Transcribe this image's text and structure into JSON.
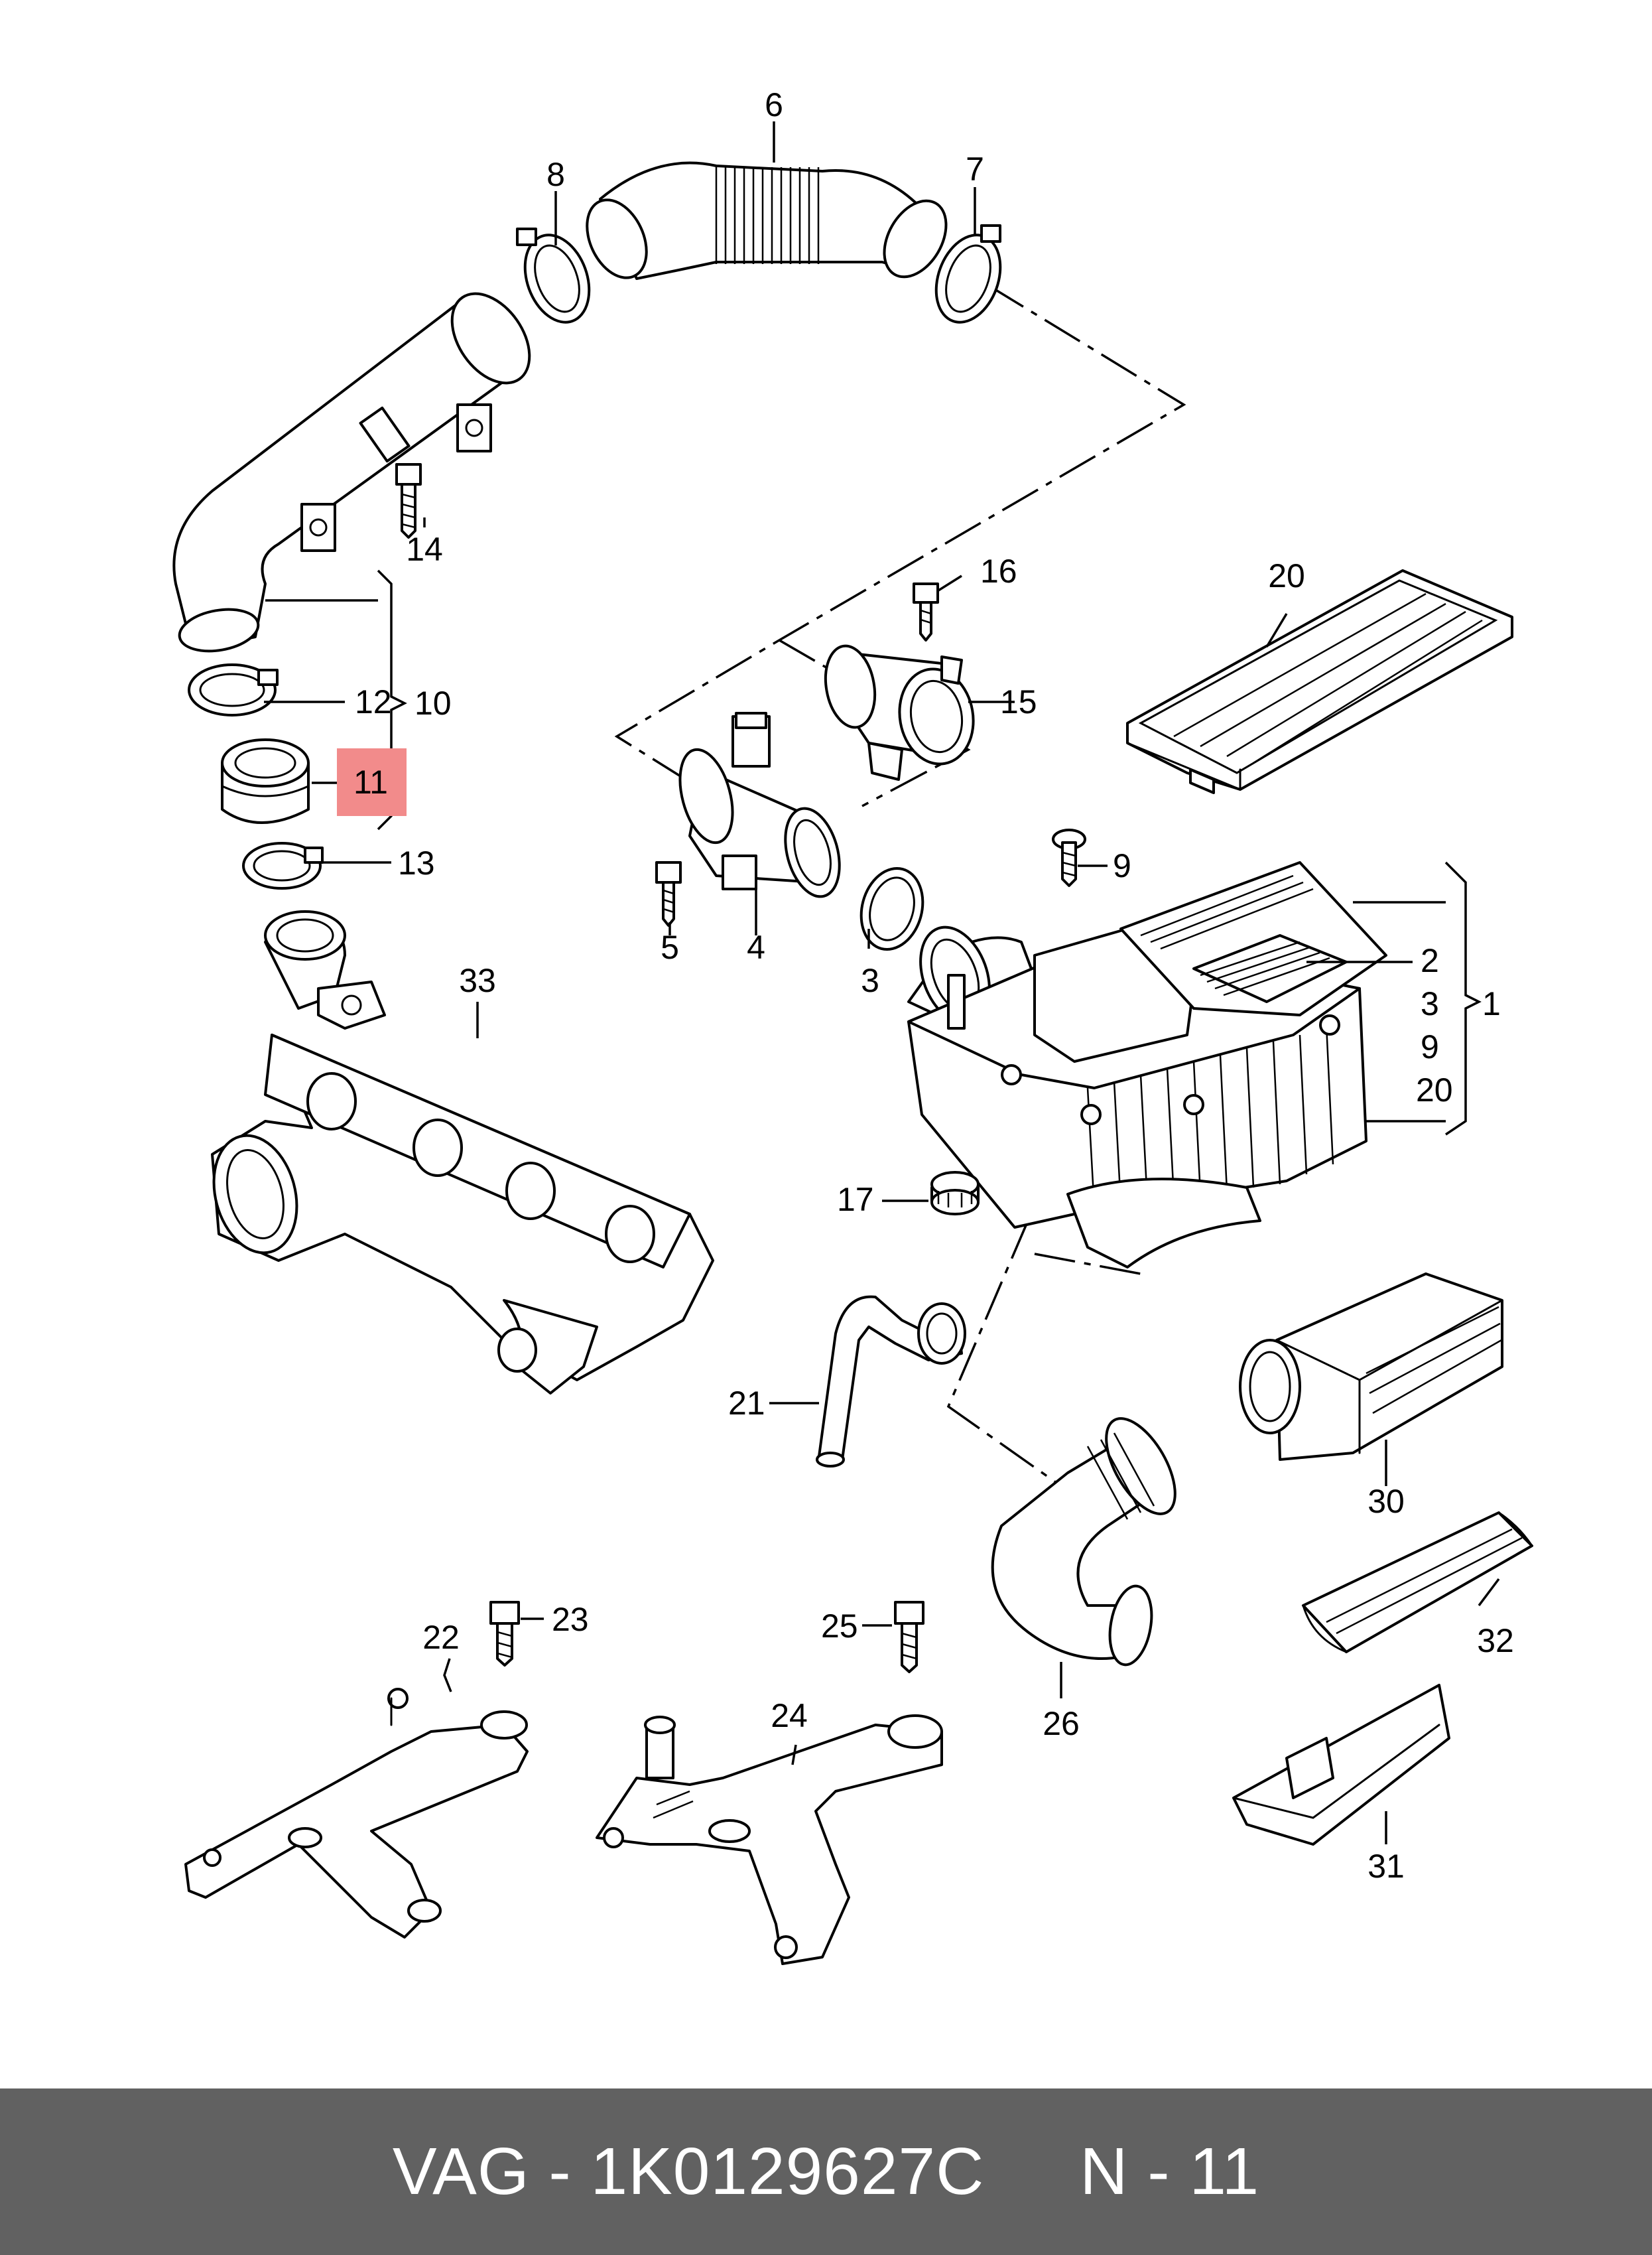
{
  "diagram": {
    "callouts": {
      "p1": "1",
      "p2": "2",
      "p3a": "3",
      "p3b": "3",
      "p4": "4",
      "p5": "5",
      "p6": "6",
      "p7": "7",
      "p8": "8",
      "p9a": "9",
      "p9b": "9",
      "p10": "10",
      "p11": "11",
      "p12": "12",
      "p13": "13",
      "p14": "14",
      "p15": "15",
      "p16": "16",
      "p17": "17",
      "p20a": "20",
      "p20b": "20",
      "p21": "21",
      "p22": "22",
      "p23": "23",
      "p24": "24",
      "p25": "25",
      "p26": "26",
      "p30": "30",
      "p31": "31",
      "p32": "32",
      "p33": "33"
    },
    "highlight_color": "#f28b8b"
  },
  "footer": {
    "text": "VAG - 1K0129627C     N - 11",
    "background": "#616161",
    "color": "#ffffff"
  }
}
